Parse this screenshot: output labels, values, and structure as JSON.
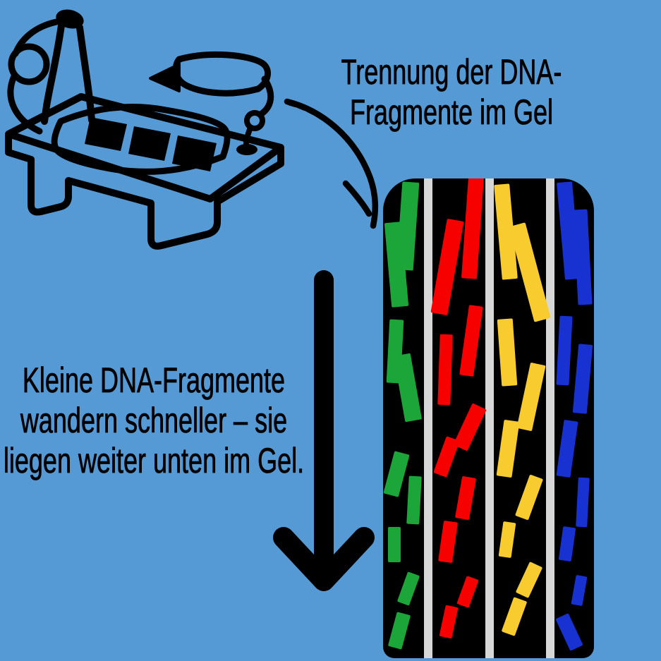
{
  "captions": {
    "top": {
      "lines": [
        "Trennung der DNA-",
        "Fragmente im Gel"
      ]
    },
    "left": {
      "lines": [
        "Kleine DNA-Fragmente",
        "wandern schneller – sie",
        "liegen weiter unten im Gel."
      ]
    }
  },
  "colors": {
    "background": "#559AD5",
    "text": "#000000",
    "line_art": "#000000",
    "gel_background": "#000000",
    "lane_divider": "#D7D7D7",
    "green": "#1CA538",
    "red": "#F70000",
    "yellow": "#F8CB2E",
    "blue": "#1832D2"
  },
  "icons": {
    "chamber": "gel-electrophoresis-chamber-icon",
    "pipette": "pipette-icon",
    "curved_arrow": "curved-arrow-icon",
    "down_arrow": "down-arrow-icon"
  },
  "gel": {
    "band_format": "cx,cy,w,h,rot_deg (relative to gel box)",
    "divider_width": 12,
    "dividers_x": [
      58,
      145,
      231
    ],
    "lanes": [
      {
        "name": "lane-1-green",
        "color_key": "green",
        "bands": [
          [
            35,
            67,
            24,
            125,
            4
          ],
          [
            19,
            122,
            24,
            120,
            -5
          ],
          [
            17,
            245,
            20,
            90,
            3
          ],
          [
            35,
            296,
            24,
            95,
            -10
          ],
          [
            19,
            419,
            22,
            62,
            15
          ],
          [
            44,
            456,
            18,
            68,
            3
          ],
          [
            16,
            519,
            18,
            50,
            0
          ],
          [
            36,
            581,
            18,
            45,
            20
          ],
          [
            23,
            641,
            20,
            50,
            15
          ]
        ]
      },
      {
        "name": "lane-2-red",
        "color_key": "red",
        "bands": [
          [
            127,
            69,
            22,
            145,
            4
          ],
          [
            91,
            125,
            24,
            135,
            10
          ],
          [
            125,
            230,
            20,
            100,
            8
          ],
          [
            88,
            271,
            18,
            100,
            2
          ],
          [
            123,
            352,
            22,
            65,
            25
          ],
          [
            90,
            394,
            20,
            55,
            20
          ],
          [
            117,
            453,
            20,
            60,
            10
          ],
          [
            92,
            515,
            20,
            58,
            8
          ],
          [
            120,
            586,
            18,
            42,
            20
          ],
          [
            93,
            628,
            18,
            45,
            12
          ]
        ]
      },
      {
        "name": "lane-3-yellow",
        "color_key": "yellow",
        "bands": [
          [
            174,
            75,
            22,
            135,
            -5
          ],
          [
            208,
            133,
            24,
            140,
            -15
          ],
          [
            176,
            246,
            22,
            95,
            -4
          ],
          [
            210,
            309,
            22,
            95,
            12
          ],
          [
            177,
            383,
            22,
            80,
            8
          ],
          [
            207,
            452,
            20,
            62,
            20
          ],
          [
            176,
            512,
            18,
            50,
            8
          ],
          [
            207,
            569,
            20,
            48,
            25
          ],
          [
            186,
            621,
            20,
            52,
            20
          ]
        ]
      },
      {
        "name": "lane-4-blue",
        "color_key": "blue",
        "bands": [
          [
            263,
            74,
            22,
            138,
            -5
          ],
          [
            283,
            111,
            20,
            135,
            -3
          ],
          [
            257,
            244,
            18,
            98,
            3
          ],
          [
            283,
            284,
            20,
            98,
            5
          ],
          [
            261,
            383,
            20,
            80,
            8
          ],
          [
            283,
            459,
            16,
            70,
            3
          ],
          [
            261,
            518,
            18,
            48,
            8
          ],
          [
            278,
            584,
            16,
            42,
            10
          ],
          [
            264,
            643,
            20,
            50,
            -25
          ]
        ]
      }
    ]
  }
}
